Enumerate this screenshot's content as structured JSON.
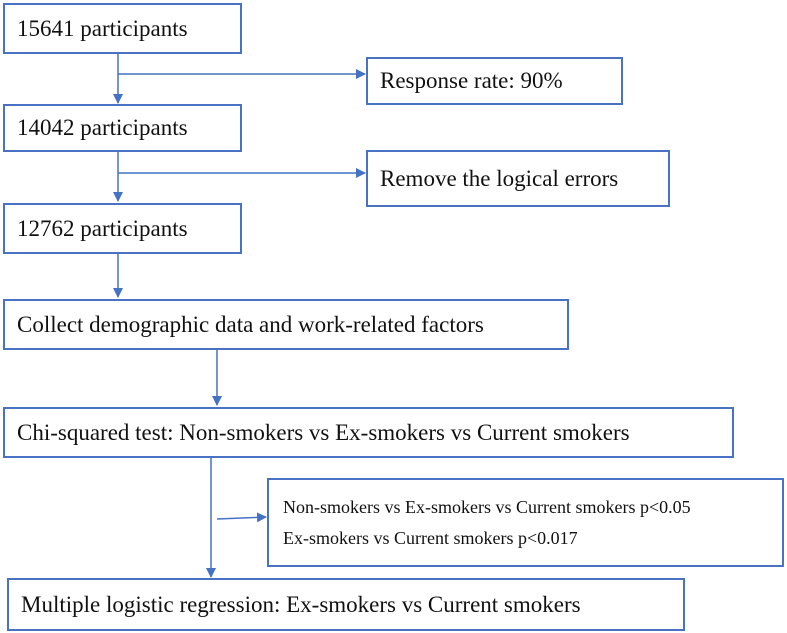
{
  "flow": {
    "step1": "15641 participants",
    "response_rate": "Response rate: 90%",
    "step2": "14042 participants",
    "remove_errors": "Remove the logical errors",
    "step3": "12762 participants",
    "collect": "Collect demographic data and work-related factors",
    "chi_squared": "Chi-squared test: Non-smokers vs Ex-smokers vs Current smokers",
    "result_line1": "Non-smokers vs Ex-smokers vs Current smokers p<0.05",
    "result_line2": "Ex-smokers vs Current smokers p<0.017",
    "regression": "Multiple logistic regression: Ex-smokers vs Current smokers"
  },
  "colors": {
    "line": "#4472c4",
    "text": "#111111"
  }
}
